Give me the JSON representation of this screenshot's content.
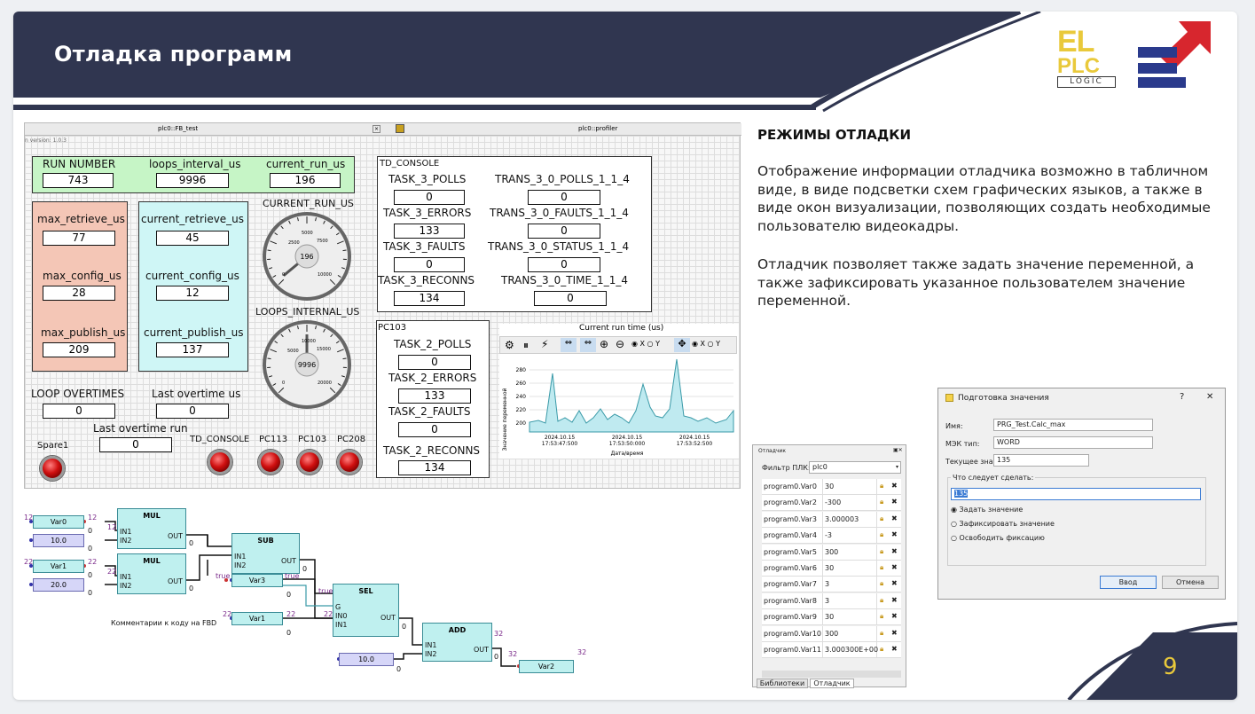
{
  "header": {
    "title": "Отладка программ"
  },
  "logo": {
    "text_el": "EL",
    "text_plc": "PLC",
    "text_logic": "LOGIC"
  },
  "scada": {
    "window1_title": "plc0::FB_test",
    "window2_title": "plc0::profiler",
    "version": "n version: 1.0.3",
    "run_number": {
      "label": "RUN NUMBER",
      "value": "743"
    },
    "loops_interval": {
      "label": "loops_interval_us",
      "value": "9996"
    },
    "current_run": {
      "label": "current_run_us",
      "value": "196"
    },
    "max_retrieve": {
      "label": "max_retrieve_us",
      "value": "77"
    },
    "max_config": {
      "label": "max_config_us",
      "value": "28"
    },
    "max_publish": {
      "label": "max_publish_us",
      "value": "209"
    },
    "current_retrieve": {
      "label": "current_retrieve_us",
      "value": "45"
    },
    "current_config": {
      "label": "current_config_us",
      "value": "12"
    },
    "current_publish": {
      "label": "current_publish_us",
      "value": "137"
    },
    "gauge1": {
      "label": "CURRENT_RUN_US",
      "value": "196",
      "ticks": [
        "0",
        "2500",
        "5000",
        "7500",
        "10000"
      ],
      "fraction": 0.02
    },
    "gauge2": {
      "label": "LOOPS_INTERNAL_US",
      "value": "9996",
      "ticks": [
        "0",
        "5000",
        "10000",
        "15000",
        "20000"
      ],
      "fraction": 0.5
    },
    "loop_overtimes": {
      "label": "LOOP OVERTIMES",
      "value": "0"
    },
    "last_overtime": {
      "label": "Last overtime us",
      "value": "0"
    },
    "last_overtime_run": {
      "label": "Last overtime run",
      "value": "0"
    },
    "leds": [
      "Spare1",
      "TD_CONSOLE",
      "PC113",
      "PC103",
      "PC208"
    ],
    "td_console": {
      "title": "TD_CONSOLE",
      "items": [
        {
          "label": "TASK_3_POLLS",
          "value": "0"
        },
        {
          "label": "TRANS_3_0_POLLS_1_1_4",
          "value": "0"
        },
        {
          "label": "TASK_3_ERRORS",
          "value": "133"
        },
        {
          "label": "TRANS_3_0_FAULTS_1_1_4",
          "value": "0"
        },
        {
          "label": "TASK_3_FAULTS",
          "value": "0"
        },
        {
          "label": "TRANS_3_0_STATUS_1_1_4",
          "value": "0"
        },
        {
          "label": "TASK_3_RECONNS",
          "value": "134"
        },
        {
          "label": "TRANS_3_0_TIME_1_1_4",
          "value": "0"
        }
      ]
    },
    "pc103": {
      "title": "PC103",
      "items": [
        {
          "label": "TASK_2_POLLS",
          "value": "0"
        },
        {
          "label": "TASK_2_ERRORS",
          "value": "133"
        },
        {
          "label": "TASK_2_FAULTS",
          "value": "0"
        },
        {
          "label": "TASK_2_RECONNS",
          "value": "134"
        }
      ]
    },
    "trend": {
      "title": "Current run time (us)",
      "ylabel": "Значение переменной",
      "xlabel": "Дата/время",
      "yticks": [
        "280",
        "260",
        "240",
        "220",
        "200"
      ],
      "xticks": [
        [
          "2024.10.15",
          "17:53:47:500"
        ],
        [
          "2024.10.15",
          "17:53:50:000"
        ],
        [
          "2024.10.15",
          "17:53:52:500"
        ]
      ],
      "toolbar_x": "X",
      "toolbar_y": "Y"
    }
  },
  "fbd": {
    "caption": "Комментарии к коду на FBD",
    "blocks": {
      "mul1": "MUL",
      "mul2": "MUL",
      "sub": "SUB",
      "sel": "SEL",
      "add": "ADD"
    },
    "vars": {
      "var0": "Var0",
      "var1a": "Var1",
      "var3": "Var3",
      "var1b": "Var1",
      "var2": "Var2"
    },
    "consts": {
      "c1": "10.0",
      "c2": "20.0",
      "c3": "10.0"
    },
    "pins": {
      "in1": "IN1",
      "in2": "IN2",
      "out": "OUT",
      "g": "G",
      "in0": "IN0"
    },
    "values": {
      "v12": "12",
      "v22": "22",
      "v32": "32",
      "vtrue": "true",
      "v0": "0"
    }
  },
  "content": {
    "heading": "РЕЖИМЫ ОТЛАДКИ",
    "p1": "Отображение информации отладчика возможно в табличном виде, в виде подсветки схем графических языков, а также в виде окон визуализации, позволяющих создать необходимые пользователю видеокадры.",
    "p2": "Отладчик позволяет также задать значение переменной, а также зафиксировать указанное пользователем значение переменной."
  },
  "debugger": {
    "title": "Отладчик",
    "filter_label": "Фильтр ПЛК:",
    "filter_value": "plc0",
    "rows": [
      {
        "name": "program0.Var0",
        "value": "30"
      },
      {
        "name": "program0.Var2",
        "value": "-300"
      },
      {
        "name": "program0.Var3",
        "value": "3.000003"
      },
      {
        "name": "program0.Var4",
        "value": "-3"
      },
      {
        "name": "program0.Var5",
        "value": "300"
      },
      {
        "name": "program0.Var6",
        "value": "30"
      },
      {
        "name": "program0.Var7",
        "value": "3"
      },
      {
        "name": "program0.Var8",
        "value": "3"
      },
      {
        "name": "program0.Var9",
        "value": "30"
      },
      {
        "name": "program0.Var10",
        "value": "300"
      },
      {
        "name": "program0.Var11",
        "value": "3.000300E+00"
      }
    ],
    "tab_libraries": "Библиотеки",
    "tab_debugger": "Отладчик"
  },
  "dialog": {
    "title": "Подготовка значения",
    "help": "?",
    "close": "✕",
    "name_label": "Имя:",
    "name_value": "PRG_Test.Calc_max",
    "type_label": "МЭК тип:",
    "type_value": "WORD",
    "current_label": "Текущее знач",
    "current_value": "135",
    "action_label": "Что следует сделать:",
    "input_value": "135",
    "option_set": "Задать значение",
    "option_force": "Зафиксировать значение",
    "option_release": "Освободить фиксацию",
    "ok": "Ввод",
    "cancel": "Отмена"
  },
  "footer": {
    "page_number": "9"
  },
  "colors": {
    "navy": "#303650",
    "green": "#c6f5c6",
    "salmon": "#f4c6b6",
    "cyan": "#cff6f6",
    "logo_yellow": "#e9c93b",
    "logo_red": "#d7262e",
    "logo_blue": "#2a3a8c"
  }
}
